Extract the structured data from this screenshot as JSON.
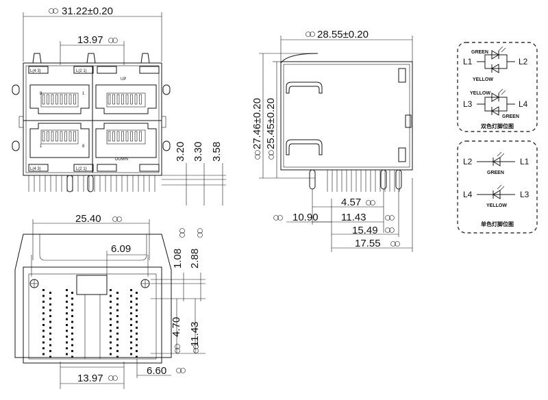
{
  "front_view": {
    "overall_width": "31.22±0.20",
    "pitch_top": "13.97",
    "dim_a": "3.20",
    "dim_b": "3.30",
    "dim_c": "3.58",
    "led_tl": "L(4 3)",
    "led_tr": "L(2 1)",
    "led_bl": "L(4 3)",
    "led_br": "L(2 1)",
    "up_label": "UP",
    "down_label": "DOWN",
    "pin8_a": "8",
    "pin1_a": "1",
    "pin1_b": "1",
    "pin8_b": "8"
  },
  "side_view": {
    "depth": "28.55±0.20",
    "height_overall": "27.46±0.20",
    "height_body": "25.45±0.20",
    "d1": "4.57",
    "d2": "10.90",
    "d3": "11.43",
    "d4": "15.49",
    "d5": "17.55"
  },
  "bottom_view": {
    "width": "25.40",
    "d1": "6.09",
    "d2": "1.08",
    "d3": "2.88",
    "d4": "4.70",
    "d5": "11.43",
    "pitch": "13.97",
    "d6": "6.60"
  },
  "legend_dual": {
    "caption": "双色灯脚位图",
    "rows": [
      {
        "left": "L1",
        "right": "L2",
        "top": "GREEN",
        "bottom": "YELLOW"
      },
      {
        "left": "L3",
        "right": "L4",
        "top": "YELLOW",
        "bottom": "GREEN"
      }
    ]
  },
  "legend_single": {
    "caption": "单色灯脚位图",
    "rows": [
      {
        "left": "L2",
        "right": "L1",
        "color": "GREEN"
      },
      {
        "left": "L4",
        "right": "L3",
        "color": "YELLOW"
      }
    ]
  }
}
